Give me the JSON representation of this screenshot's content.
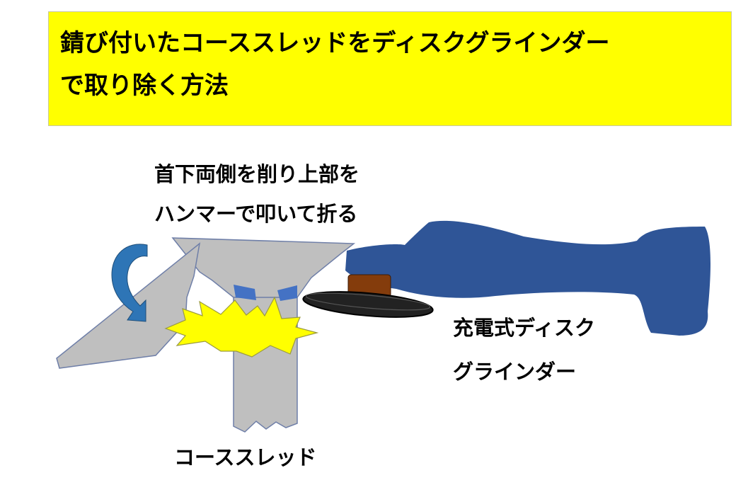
{
  "title": {
    "lines": [
      "錆び付いたコーススレッドをディスクグラインダー",
      "で取り除く方法"
    ]
  },
  "labels": {
    "instruction": [
      "首下両側を削り上部を",
      "ハンマーで叩いて折る"
    ],
    "grinder": [
      "充電式ディスク",
      "グラインダー"
    ],
    "screw": "コーススレッド"
  },
  "colors": {
    "title_background": "#ffff00",
    "screw_gray": "#bfbfbf",
    "cut_blue": "#4472c4",
    "grinder_blue": "#2f5597",
    "disc_black": "#222222",
    "disc_hub": "#843c0c",
    "spark_yellow": "#ffff00",
    "arrow_blue": "#2e75b6"
  },
  "icons": {
    "rotation": "curved-arrow-icon",
    "break": "spark-burst-icon"
  }
}
